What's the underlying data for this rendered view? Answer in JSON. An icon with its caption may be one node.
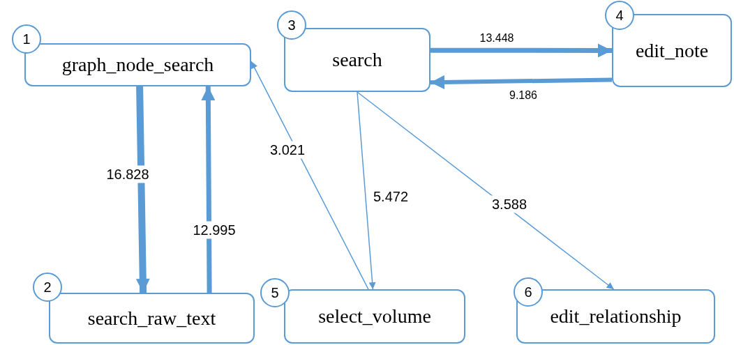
{
  "diagram": {
    "nodes": [
      {
        "text": [
          "1",
          "graph_node_search"
        ]
      },
      {
        "text": [
          "2",
          "search_raw_text"
        ]
      },
      {
        "text": [
          "3",
          "search"
        ]
      },
      {
        "text": [
          "4",
          "edit_note"
        ]
      },
      {
        "text": [
          "5",
          "select_volume"
        ]
      },
      {
        "text": [
          "6",
          "edit_relationship"
        ]
      }
    ],
    "edges": [
      {
        "from": 0,
        "to": 1,
        "arrow": "to",
        "label": "16.828"
      },
      {
        "from": 1,
        "to": 0,
        "arrow": "to",
        "label": "12.995"
      },
      {
        "from": 4,
        "to": 0,
        "arrow": "to",
        "label": "3.021"
      },
      {
        "from": 2,
        "to": 3,
        "arrow": "to",
        "label": "13.448"
      },
      {
        "from": 3,
        "to": 2,
        "arrow": "to",
        "label": "9.186"
      },
      {
        "from": 2,
        "to": 4,
        "arrow": "to",
        "label": "5.472"
      },
      {
        "from": 2,
        "to": 5,
        "arrow": "to",
        "label": "3.588"
      }
    ]
  }
}
